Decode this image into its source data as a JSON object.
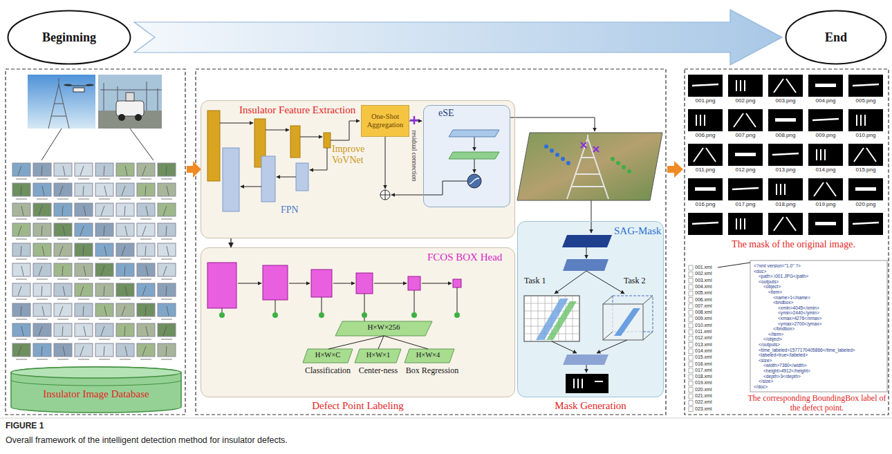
{
  "diagram": {
    "caption": "Overall framework of the intelligent detection method for insulator defects.",
    "nodes": [
      {
        "text": [
          "Beginning"
        ]
      },
      {
        "text": [
          "End"
        ]
      },
      {
        "text": [
          "Insulator Image Database"
        ]
      },
      {
        "text": [
          "Insulator Feature Extraction"
        ]
      },
      {
        "text": [
          "One-Shot Aggregation"
        ],
        "in": 3
      },
      {
        "text": [
          "eSE"
        ],
        "in": 3
      },
      {
        "text": [
          "FCOS BOX Head",
          "Defect Point Labeling"
        ]
      },
      {
        "text": [
          "SAG-Mask",
          "Mask Generation"
        ]
      }
    ],
    "edges": [
      {
        "from": 0,
        "to": 1,
        "arrow": "to"
      },
      {
        "from": 3,
        "to": 6,
        "arrow": "to"
      }
    ],
    "labels": [
      "Improve VoVNet",
      "FPN",
      "residual connection",
      "H×W×256",
      "H×W×C",
      "H×W×1",
      "H×W×4",
      "Classification",
      "Center-ness",
      "Box Regression",
      "Task 1",
      "Task 2",
      "001.png",
      "002.png",
      "003.png",
      "004.png",
      "005.png",
      "006.png",
      "007.png",
      "008.png",
      "009.png",
      "010.png",
      "011.png",
      "012.png",
      "013.png",
      "014.png",
      "015.png",
      "016.png",
      "017.png",
      "018.png",
      "019.png",
      "020.png",
      "The mask of the original image.",
      "001.xml",
      "002.xml",
      "003.xml",
      "004.xml",
      "005.xml",
      "006.xml",
      "007.xml",
      "008.xml",
      "009.xml",
      "010.xml",
      "011.xml",
      "012.xml",
      "013.xml",
      "014.xml",
      "015.xml",
      "016.xml",
      "017.xml",
      "018.xml",
      "019.xml",
      "020.xml",
      "021.xml",
      "022.xml",
      "023.xml",
      "<?xml version=\"1.0\" ?>",
      "<doc>",
      "<path>.\\001.JPG</path>",
      "<outputs>",
      "<object>",
      "<item>",
      "<name>1</name>",
      "<bndbox>",
      "<xmin>4045</xmin>",
      "<ymin>2440</ymin>",
      "<xmax>4276</xmax>",
      "<ymax>2700</ymax>",
      "</bndbox>",
      "</item>",
      "</object>",
      "</outputs>",
      "<time_labeled>1577170405866</time_labeled>",
      "<labeled>true</labeled>",
      "<size>",
      "<width>7360</width>",
      "<height>4912</height>",
      "<depth>3</depth>",
      "</size>",
      "</doc>",
      "The corresponding BoundingBox label of the defect point.",
      "FIGURE 1"
    ]
  }
}
